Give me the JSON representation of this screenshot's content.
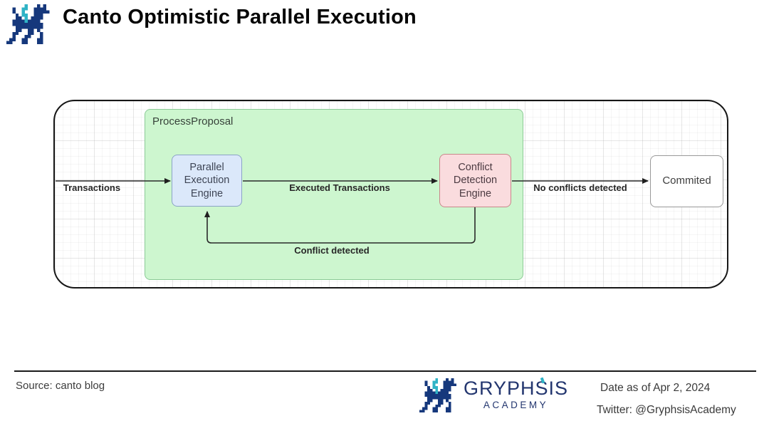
{
  "header": {
    "title": "Canto Optimistic Parallel Execution"
  },
  "diagram": {
    "process_group_label": "ProcessProposal",
    "nodes": {
      "parallel_engine": "Parallel Execution Engine",
      "conflict_engine": "Conflict Detection Engine",
      "committed": "Commited"
    },
    "edges": {
      "transactions": "Transactions",
      "executed_transactions": "Executed Transactions",
      "no_conflicts": "No conflicts detected",
      "conflict_detected": "Conflict detected"
    },
    "colors": {
      "group_fill": "#cdf6cf",
      "group_border": "#8bca96",
      "parallel_fill": "#dbe8fa",
      "parallel_border": "#8ba3c7",
      "conflict_fill": "#fadcde",
      "conflict_border": "#c9878b",
      "committed_fill": "#ffffff",
      "committed_border": "#999999",
      "arrow": "#1f1f1f"
    }
  },
  "footer": {
    "source": "Source: canto blog",
    "brand_name": "GRYPHSIS",
    "brand_subtitle": "ACADEMY",
    "brand_navy": "#23366f",
    "brand_teal": "#2fb3c6",
    "date": "Date as of Apr 2, 2024",
    "twitter": "Twitter: @GryphsisAcademy"
  }
}
